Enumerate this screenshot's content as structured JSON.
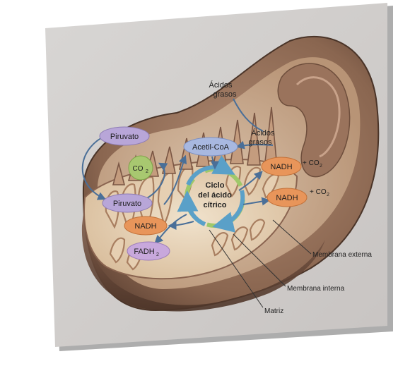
{
  "diagram": {
    "labels": {
      "fatty_acids_top_1": "Ácidos",
      "fatty_acids_top_2": "grasos",
      "fatty_acids_mid_1": "Ácidos",
      "fatty_acids_mid_2": "grasos",
      "pyruvate_top": "Piruvato",
      "acetyl_coa": "Acetil-CoA",
      "co2_left": "CO",
      "co2_left_sub": "2",
      "pyruvate_low": "Piruvato",
      "cycle_1": "Ciclo",
      "cycle_2": "del ácido",
      "cycle_3": "cítrico",
      "nadh_upper": "NADH",
      "nadh_upper_plus": "+ CO",
      "nadh_upper_plus_sub": "2",
      "nadh_right": "NADH",
      "nadh_right_plus": "+ CO",
      "nadh_right_plus_sub": "2",
      "nadh_left": "NADH",
      "fadh": "FADH",
      "fadh_sub": "2",
      "outer_membrane": "Membrana externa",
      "inner_membrane": "Membrana interna",
      "matrix": "Matriz"
    },
    "colors": {
      "pyruvate": "#b8a6d8",
      "acetyl": "#a8b8e0",
      "co2": "#a8c870",
      "nadh": "#e8955a",
      "fadh": "#c8a8dc",
      "cycle_blue": "#6fb0d8",
      "cycle_green": "#9fc86a",
      "arrow": "#5a7fa8",
      "mito_outer": "#7a5a48",
      "mito_inner": "#b8957a"
    }
  }
}
